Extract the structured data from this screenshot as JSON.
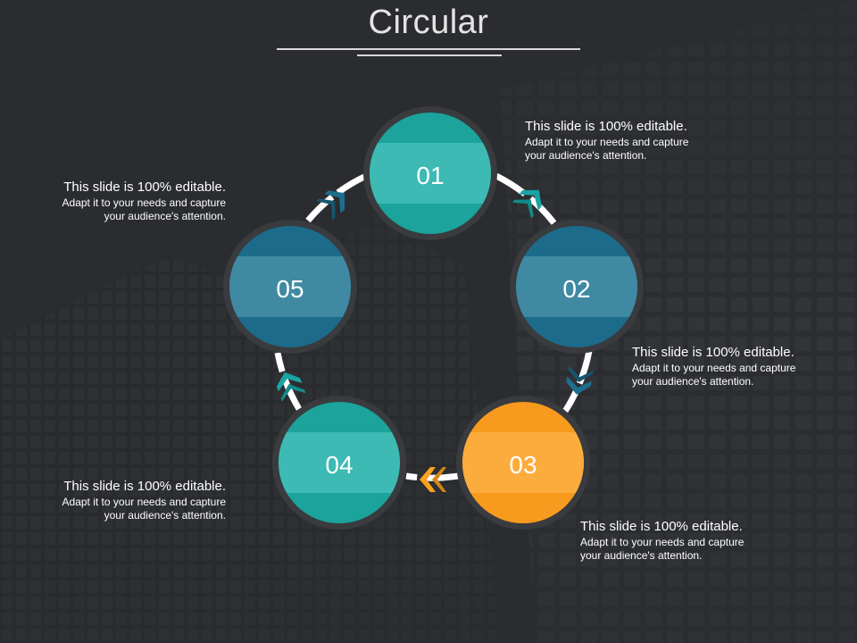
{
  "title": "Circular",
  "colors": {
    "teal": "#1ba39c",
    "teal_band": "#3cbab3",
    "blue": "#1c6b8a",
    "blue_band": "#3f8aa2",
    "orange": "#f79a1e",
    "orange_band": "#fcac3d",
    "ring": "#3a3b3e",
    "arrow_teal": "#1aa3a3",
    "arrow_blue": "#1e6e8e",
    "arrow_orange": "#f7a21e"
  },
  "steps": [
    {
      "number": "01",
      "heading": "This slide is 100% editable.",
      "body_line1": "Adapt it to your needs and capture",
      "body_line2": "your audience's attention."
    },
    {
      "number": "02",
      "heading": "This slide is 100% editable.",
      "body_line1": "Adapt it to your needs and capture",
      "body_line2": "your audience's attention."
    },
    {
      "number": "03",
      "heading": "This slide is 100% editable.",
      "body_line1": "Adapt it to your needs and capture",
      "body_line2": "your audience's attention."
    },
    {
      "number": "04",
      "heading": "This slide is 100% editable.",
      "body_line1": "Adapt it to your needs and capture",
      "body_line2": "your audience's attention."
    },
    {
      "number": "05",
      "heading": "This slide is 100% editable.",
      "body_line1": "Adapt it to your needs and capture",
      "body_line2": "your audience's attention."
    }
  ]
}
